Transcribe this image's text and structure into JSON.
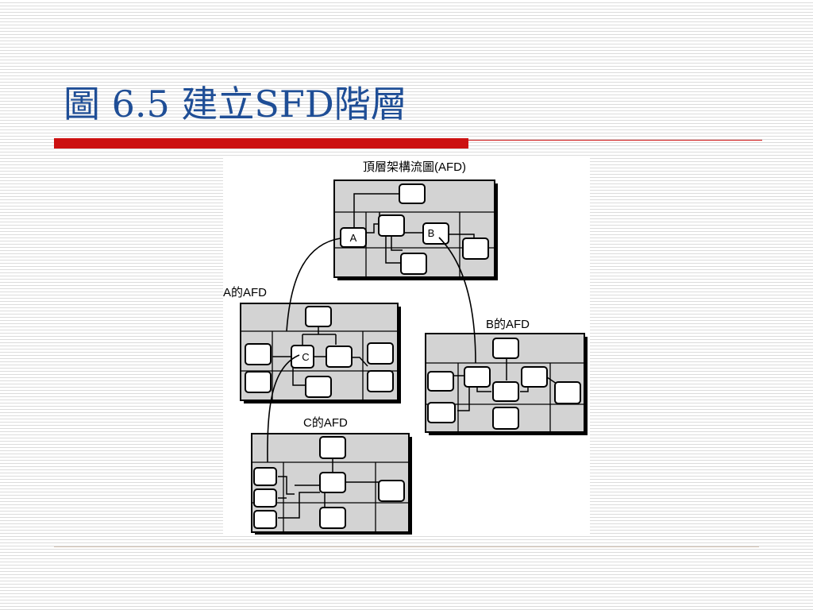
{
  "slide": {
    "title": "圖 6.5 建立SFD階層",
    "colors": {
      "title": "#1f4e96",
      "accent_bar": "#cc1111",
      "chart_fill": "#d3d3d3",
      "line": "#000000"
    }
  },
  "diagram": {
    "top_label": "頂層架構流圖(AFD)",
    "a_label": "A的AFD",
    "b_label": "B的AFD",
    "c_label": "C的AFD",
    "node_a": "A",
    "node_b": "B",
    "node_c": "C"
  }
}
